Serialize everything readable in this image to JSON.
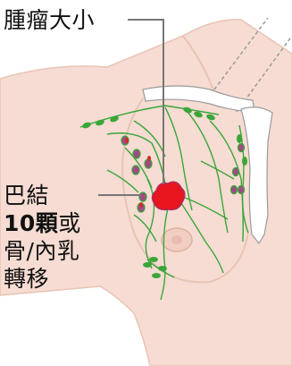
{
  "labels": {
    "tumor_size": "腫瘤大小",
    "node_line1": "巴結",
    "node_line2_bold": "10顆",
    "node_line2_rest": "或",
    "node_line3": "骨/內乳",
    "node_line4": "轉移"
  },
  "colors": {
    "skin": "#f6dcd2",
    "skin_outline": "#e8c4b5",
    "lymph": "#3aa63a",
    "node_fill": "#a24a86",
    "node_red": "#d12a2a",
    "tumor": "#e8141e",
    "bone": "#ffffff",
    "bone_outline": "#9a9a9a",
    "leader_line": "#777777"
  }
}
